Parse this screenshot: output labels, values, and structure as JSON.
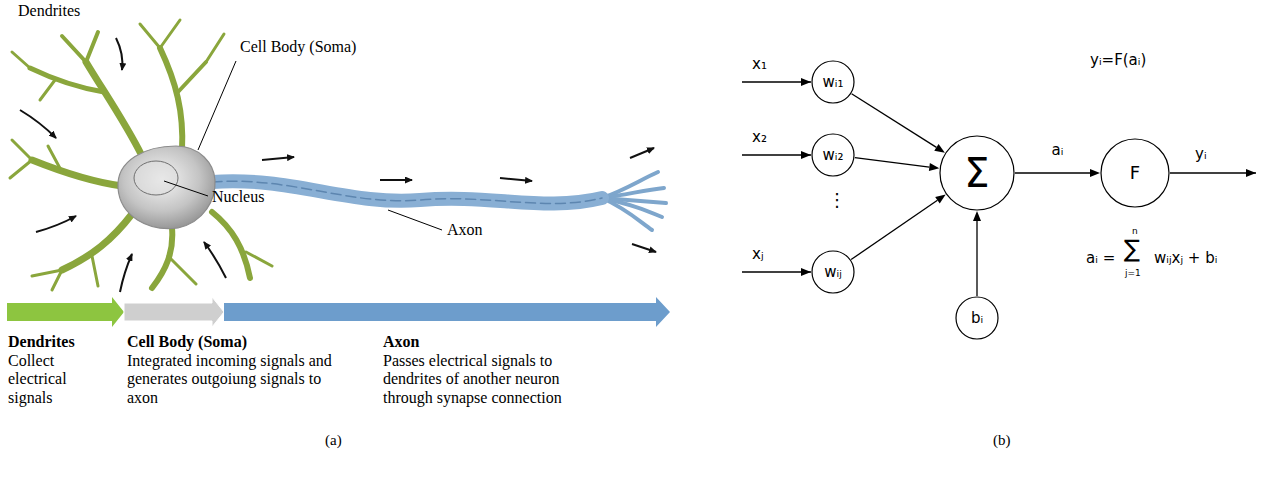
{
  "diagram": {
    "nodes": [
      {
        "text": [
          "wᵢ₁"
        ]
      },
      {
        "text": [
          "wᵢ₂"
        ]
      },
      {
        "text": [
          "wᵢⱼ"
        ]
      },
      {
        "text": [
          "Σ"
        ]
      },
      {
        "text": [
          "bᵢ"
        ]
      },
      {
        "text": [
          "F"
        ]
      }
    ],
    "edges": [
      {
        "from": 0,
        "to": 3,
        "arrow": "to"
      },
      {
        "from": 1,
        "to": 3,
        "arrow": "to"
      },
      {
        "from": 2,
        "to": 3,
        "arrow": "to"
      },
      {
        "from": 4,
        "to": 3,
        "arrow": "to"
      },
      {
        "from": 3,
        "to": 5,
        "label": "aᵢ",
        "arrow": "to"
      }
    ],
    "labels": [
      "Dendrites",
      "Cell Body (Soma)",
      "Nucleus",
      "Axon",
      "Dendrites",
      "Collect electrical signals",
      "Cell Body (Soma)",
      "Integrated incoming signals and generates outgoiung signals to axon",
      "Axon",
      "Passes electrical signals to dendrites of another neuron through synapse connection",
      "(a)",
      "x₁",
      "x₂",
      "⋮",
      "xⱼ",
      "yᵢ=F(aᵢ)",
      "yᵢ",
      "aᵢ =",
      "n",
      "∑",
      "j=1",
      "wᵢⱼxⱼ + bᵢ",
      "(b)"
    ]
  }
}
